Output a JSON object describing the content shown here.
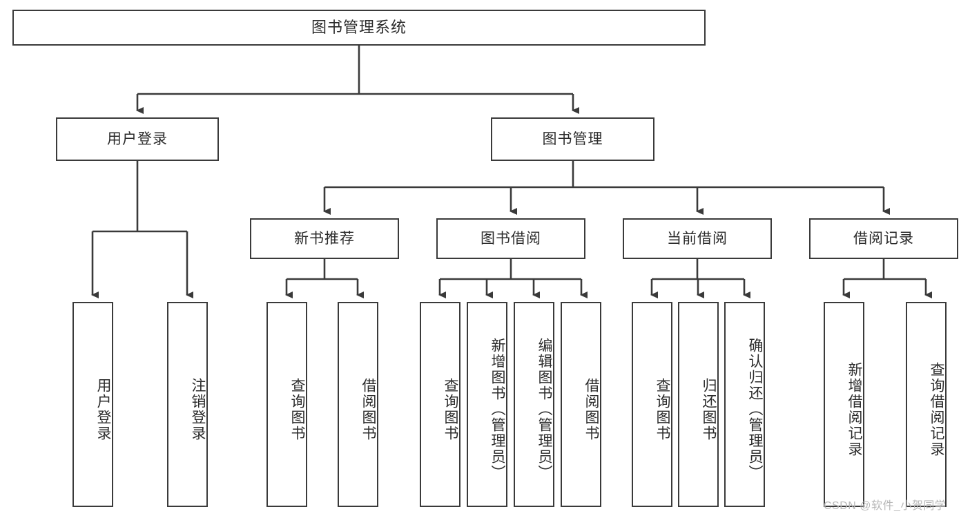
{
  "diagram": {
    "title": "图书管理系统",
    "type": "hierarchy-tree",
    "levels": 4,
    "root": {
      "label": "图书管理系统"
    },
    "level2": [
      {
        "label": "用户登录"
      },
      {
        "label": "图书管理"
      }
    ],
    "level3": [
      {
        "label": "新书推荐"
      },
      {
        "label": "图书借阅"
      },
      {
        "label": "当前借阅"
      },
      {
        "label": "借阅记录"
      }
    ],
    "leaves": {
      "user_login": [
        {
          "label": "用户登录"
        },
        {
          "label": "注销登录"
        }
      ],
      "new_book_recommend": [
        {
          "label": "查询图书"
        },
        {
          "label": "借阅图书"
        }
      ],
      "book_borrow": [
        {
          "label": "查询图书"
        },
        {
          "label": "新增图书（管理员）"
        },
        {
          "label": "编辑图书（管理员）"
        },
        {
          "label": "借阅图书"
        }
      ],
      "current_borrow": [
        {
          "label": "查询图书"
        },
        {
          "label": "归还图书"
        },
        {
          "label": "确认归还（管理员）"
        }
      ],
      "borrow_record": [
        {
          "label": "新增借阅记录"
        },
        {
          "label": "查询借阅记录"
        }
      ]
    }
  },
  "watermark": {
    "text": "CSDN @软件_小贺同学"
  },
  "colors": {
    "border": "#3a3a3a",
    "text": "#2b2b2b",
    "background": "#ffffff",
    "wire": "#3a3a3a",
    "watermark": "#b8b8b8"
  }
}
